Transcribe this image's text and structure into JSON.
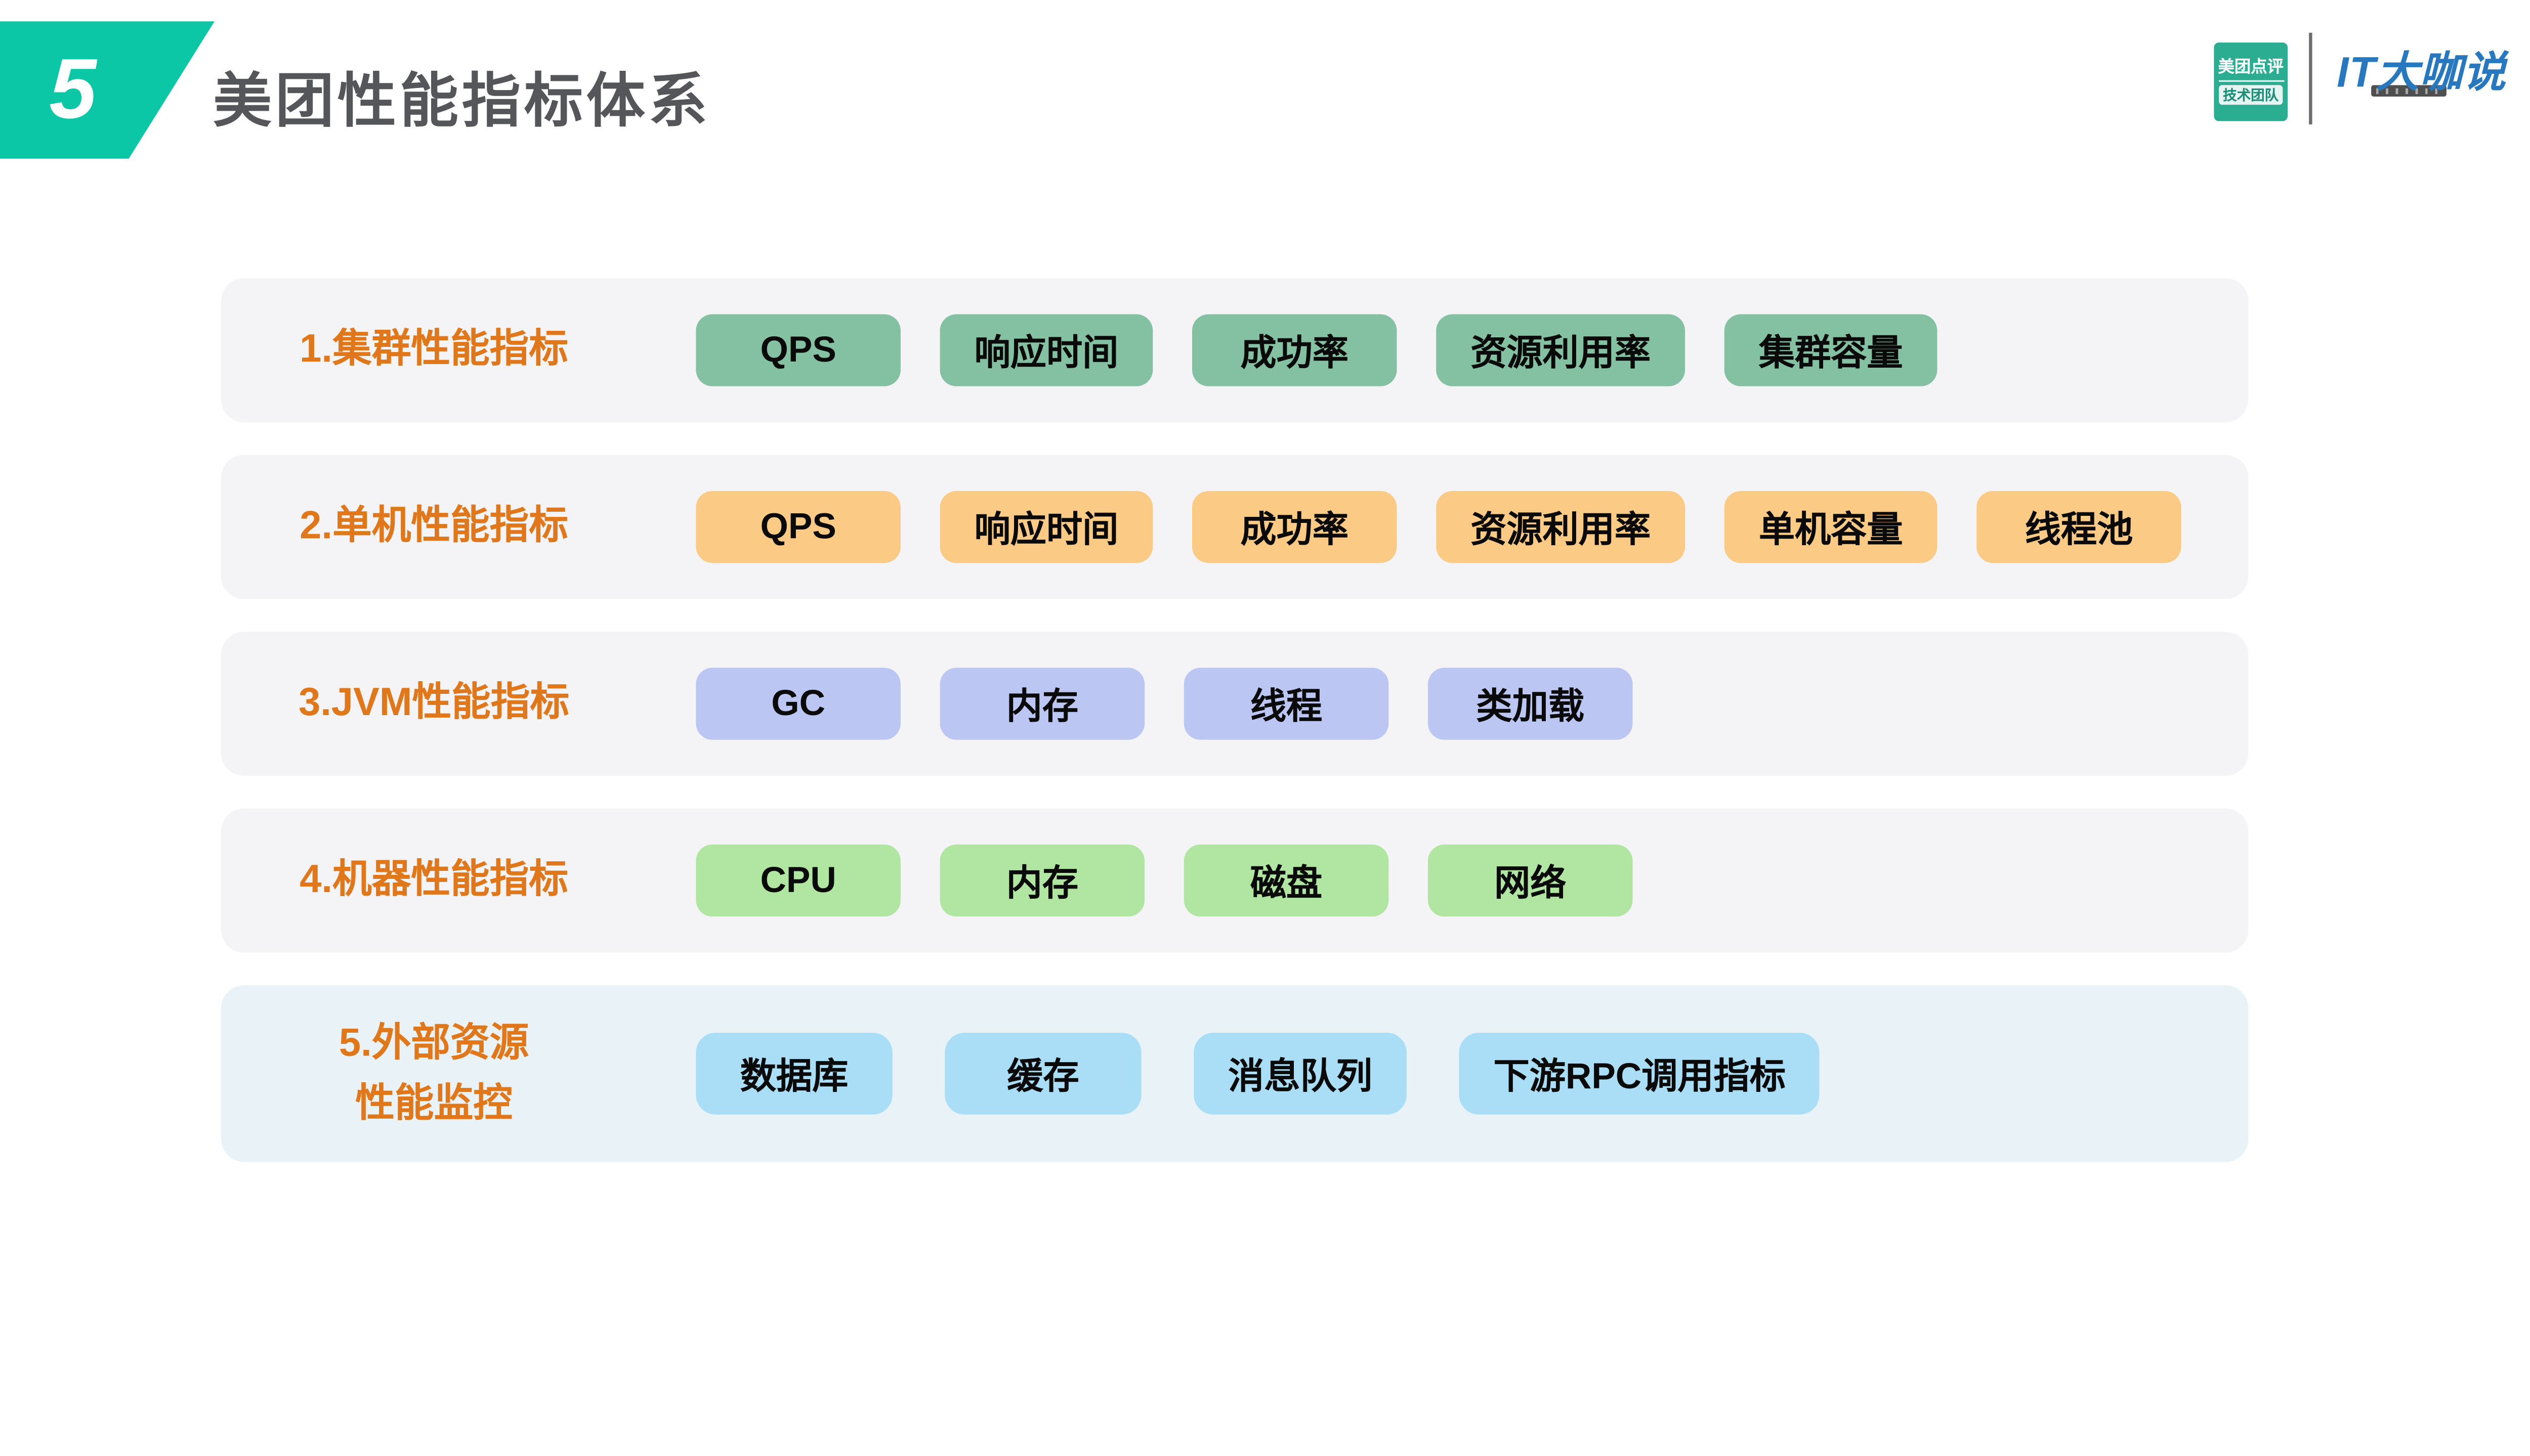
{
  "slide": {
    "number": "5",
    "title": "美团性能指标体系",
    "title_color": "#55565A",
    "accent_teal": "#0CC7A6",
    "label_color": "#E0771B"
  },
  "logos": {
    "meituan": {
      "line1": "美团点评",
      "line2": "技术团队",
      "bg": "#2BAD92",
      "line2_color": "#1E8D77"
    },
    "itdaka": {
      "text": "IT大咖说",
      "color": "#2778BE"
    }
  },
  "rows": [
    {
      "label_lines": [
        "1.集群性能指标"
      ],
      "panel_bg": "#F4F4F7",
      "tag_bg": "#84C1A3",
      "tags": [
        "QPS",
        "响应时间",
        "成功率",
        "资源利用率",
        "集群容量"
      ]
    },
    {
      "label_lines": [
        "2.单机性能指标"
      ],
      "panel_bg": "#F4F4F7",
      "tag_bg": "#FBCB85",
      "tags": [
        "QPS",
        "响应时间",
        "成功率",
        "资源利用率",
        "单机容量",
        "线程池"
      ]
    },
    {
      "label_lines": [
        "3.JVM性能指标"
      ],
      "panel_bg": "#F4F4F7",
      "tag_bg": "#BCC6F2",
      "tags": [
        "GC",
        "内存",
        "线程",
        "类加载"
      ]
    },
    {
      "label_lines": [
        "4.机器性能指标"
      ],
      "panel_bg": "#F4F4F7",
      "tag_bg": "#B1E6A2",
      "tags": [
        "CPU",
        "内存",
        "磁盘",
        "网络"
      ]
    },
    {
      "label_lines": [
        "5.外部资源",
        "性能监控"
      ],
      "panel_bg": "#E9F3F7",
      "tag_bg": "#A9DEF6",
      "tall": true,
      "wide_gap": true,
      "tags": [
        "数据库",
        "缓存",
        "消息队列",
        "下游RPC调用指标"
      ]
    }
  ]
}
